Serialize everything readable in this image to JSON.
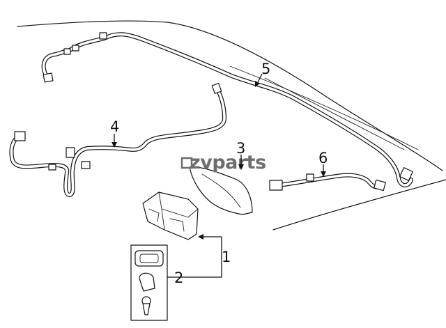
{
  "watermark": "zvparts",
  "callouts": {
    "c1": "1",
    "c2": "2",
    "c3": "3",
    "c4": "4",
    "c5": "5",
    "c6": "6"
  }
}
